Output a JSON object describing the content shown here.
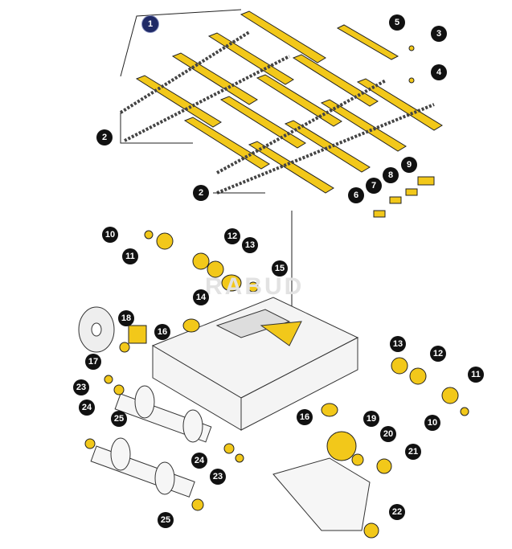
{
  "watermark": "RABUD",
  "colors": {
    "part": "#f2c81a",
    "outline": "#222222",
    "callout": "#111111",
    "callout_main": "#1f2a66"
  },
  "callouts": [
    {
      "label": "1",
      "main": true
    },
    {
      "label": "5"
    },
    {
      "label": "3"
    },
    {
      "label": "4"
    },
    {
      "label": "2"
    },
    {
      "label": "2"
    },
    {
      "label": "9"
    },
    {
      "label": "8"
    },
    {
      "label": "7"
    },
    {
      "label": "6"
    },
    {
      "label": "10"
    },
    {
      "label": "11"
    },
    {
      "label": "12"
    },
    {
      "label": "13"
    },
    {
      "label": "15"
    },
    {
      "label": "14"
    },
    {
      "label": "18"
    },
    {
      "label": "16"
    },
    {
      "label": "17"
    },
    {
      "label": "13"
    },
    {
      "label": "12"
    },
    {
      "label": "11"
    },
    {
      "label": "23"
    },
    {
      "label": "24"
    },
    {
      "label": "10"
    },
    {
      "label": "16"
    },
    {
      "label": "25"
    },
    {
      "label": "19"
    },
    {
      "label": "20"
    },
    {
      "label": "21"
    },
    {
      "label": "24"
    },
    {
      "label": "23"
    },
    {
      "label": "22"
    },
    {
      "label": "25"
    }
  ]
}
